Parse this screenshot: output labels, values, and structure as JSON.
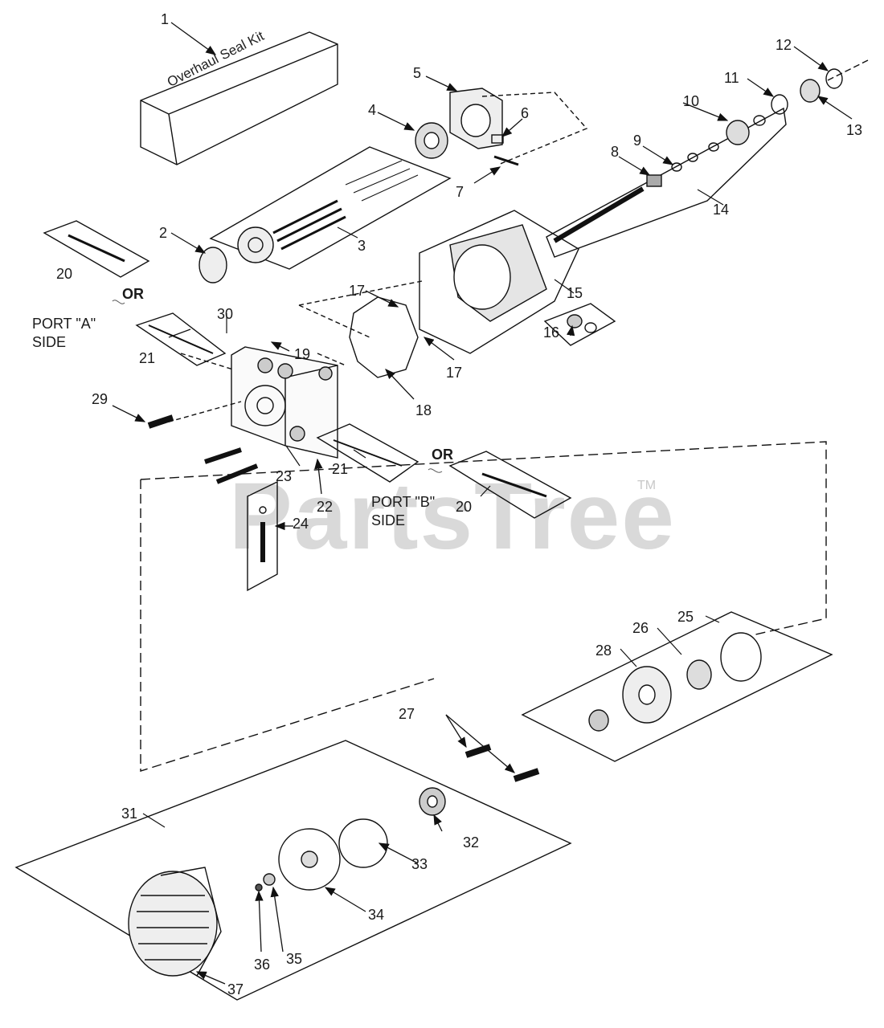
{
  "kit_label": "Overhaul Seal Kit",
  "watermark": "PartsTree",
  "trademark": "TM",
  "or_label": "OR",
  "port_a": {
    "line1": "PORT \"A\"",
    "line2": "SIDE"
  },
  "port_b": {
    "line1": "PORT \"B\"",
    "line2": "SIDE"
  },
  "callouts": {
    "n1": "1",
    "n2": "2",
    "n3": "3",
    "n4": "4",
    "n5": "5",
    "n6": "6",
    "n7": "7",
    "n8": "8",
    "n9": "9",
    "n10": "10",
    "n11": "11",
    "n12": "12",
    "n13": "13",
    "n14": "14",
    "n15": "15",
    "n16": "16",
    "n17a": "17",
    "n17b": "17",
    "n18": "18",
    "n19": "19",
    "n20a": "20",
    "n20b": "20",
    "n21a": "21",
    "n21b": "21",
    "n22": "22",
    "n23": "23",
    "n24": "24",
    "n25": "25",
    "n26": "26",
    "n27": "27",
    "n28": "28",
    "n29": "29",
    "n30": "30",
    "n31": "31",
    "n32": "32",
    "n33": "33",
    "n34": "34",
    "n35": "35",
    "n36": "36",
    "n37": "37"
  }
}
